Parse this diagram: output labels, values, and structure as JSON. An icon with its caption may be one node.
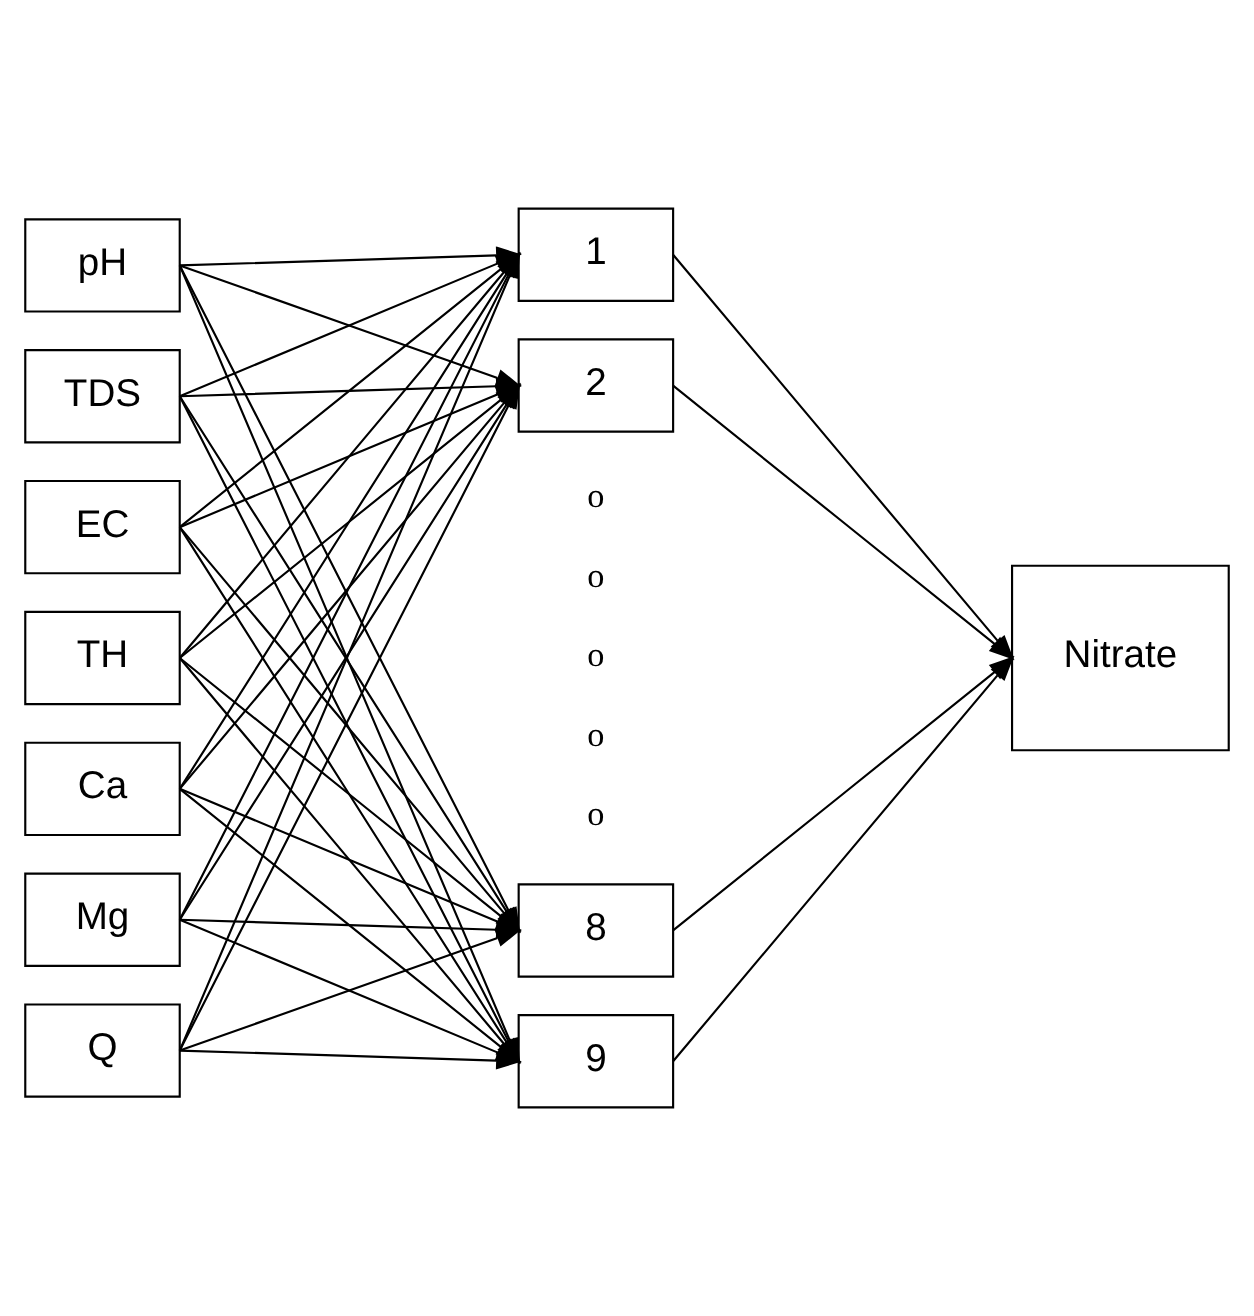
{
  "diagram": {
    "nodes": [
      {
        "text": [
          "pH"
        ]
      },
      {
        "text": [
          "TDS"
        ]
      },
      {
        "text": [
          "EC"
        ]
      },
      {
        "text": [
          "TH"
        ]
      },
      {
        "text": [
          "Ca"
        ]
      },
      {
        "text": [
          "Mg"
        ]
      },
      {
        "text": [
          "Q"
        ]
      },
      {
        "text": [
          "1"
        ]
      },
      {
        "text": [
          "2"
        ]
      },
      {
        "text": [
          "8"
        ]
      },
      {
        "text": [
          "9"
        ]
      },
      {
        "text": [
          "Nitrate"
        ]
      }
    ],
    "edges": [
      {
        "from": 0,
        "to": 7,
        "arrow": "to"
      },
      {
        "from": 0,
        "to": 8,
        "arrow": "to"
      },
      {
        "from": 0,
        "to": 9,
        "arrow": "to"
      },
      {
        "from": 0,
        "to": 10,
        "arrow": "to"
      },
      {
        "from": 1,
        "to": 7,
        "arrow": "to"
      },
      {
        "from": 1,
        "to": 8,
        "arrow": "to"
      },
      {
        "from": 1,
        "to": 9,
        "arrow": "to"
      },
      {
        "from": 1,
        "to": 10,
        "arrow": "to"
      },
      {
        "from": 2,
        "to": 7,
        "arrow": "to"
      },
      {
        "from": 2,
        "to": 8,
        "arrow": "to"
      },
      {
        "from": 2,
        "to": 9,
        "arrow": "to"
      },
      {
        "from": 2,
        "to": 10,
        "arrow": "to"
      },
      {
        "from": 3,
        "to": 7,
        "arrow": "to"
      },
      {
        "from": 3,
        "to": 8,
        "arrow": "to"
      },
      {
        "from": 3,
        "to": 9,
        "arrow": "to"
      },
      {
        "from": 3,
        "to": 10,
        "arrow": "to"
      },
      {
        "from": 4,
        "to": 7,
        "arrow": "to"
      },
      {
        "from": 4,
        "to": 8,
        "arrow": "to"
      },
      {
        "from": 4,
        "to": 9,
        "arrow": "to"
      },
      {
        "from": 4,
        "to": 10,
        "arrow": "to"
      },
      {
        "from": 5,
        "to": 7,
        "arrow": "to"
      },
      {
        "from": 5,
        "to": 8,
        "arrow": "to"
      },
      {
        "from": 5,
        "to": 9,
        "arrow": "to"
      },
      {
        "from": 5,
        "to": 10,
        "arrow": "to"
      },
      {
        "from": 6,
        "to": 7,
        "arrow": "to"
      },
      {
        "from": 6,
        "to": 8,
        "arrow": "to"
      },
      {
        "from": 6,
        "to": 9,
        "arrow": "to"
      },
      {
        "from": 6,
        "to": 10,
        "arrow": "to"
      },
      {
        "from": 7,
        "to": 11,
        "arrow": "to"
      },
      {
        "from": 8,
        "to": 11,
        "arrow": "to"
      },
      {
        "from": 9,
        "to": 11,
        "arrow": "to"
      },
      {
        "from": 10,
        "to": 11,
        "arrow": "to"
      }
    ],
    "labels": [
      "o",
      "o",
      "o",
      "o",
      "o"
    ]
  }
}
